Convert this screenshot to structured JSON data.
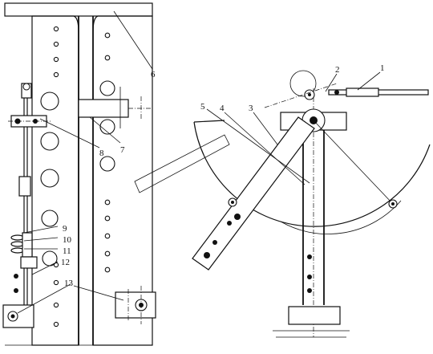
{
  "callouts": [
    {
      "id": "c1",
      "text": "1"
    },
    {
      "id": "c2",
      "text": "2"
    },
    {
      "id": "c3",
      "text": "3"
    },
    {
      "id": "c4",
      "text": "4"
    },
    {
      "id": "c5",
      "text": "5"
    },
    {
      "id": "c6",
      "text": "6"
    },
    {
      "id": "c7",
      "text": "7"
    },
    {
      "id": "c8",
      "text": "8"
    },
    {
      "id": "c9",
      "text": "9"
    },
    {
      "id": "c10",
      "text": "10"
    },
    {
      "id": "c11",
      "text": "11"
    },
    {
      "id": "c12",
      "text": "12"
    },
    {
      "id": "c13",
      "text": "13"
    }
  ]
}
